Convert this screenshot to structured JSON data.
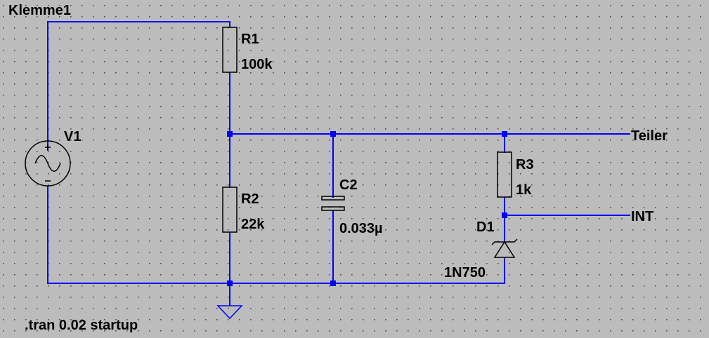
{
  "schematic": {
    "net_labels": {
      "klemme": "Klemme1",
      "teiler": "Teiler",
      "int": "INT"
    },
    "components": {
      "v1": {
        "ref": "V1",
        "type": "ac-voltage-source"
      },
      "r1": {
        "ref": "R1",
        "value": "100k"
      },
      "r2": {
        "ref": "R2",
        "value": "22k"
      },
      "c2": {
        "ref": "C2",
        "value": "0.033µ"
      },
      "r3": {
        "ref": "R3",
        "value": "1k"
      },
      "d1": {
        "ref": "D1",
        "value": "1N750",
        "type": "zener-diode"
      }
    },
    "directive": ".tran 0.02 startup"
  },
  "colors": {
    "background": "#bcbcbc",
    "grid_dot": "#4a4a4a",
    "wire": "#0000ff",
    "junction": "#0000ff",
    "text": "#000000"
  }
}
